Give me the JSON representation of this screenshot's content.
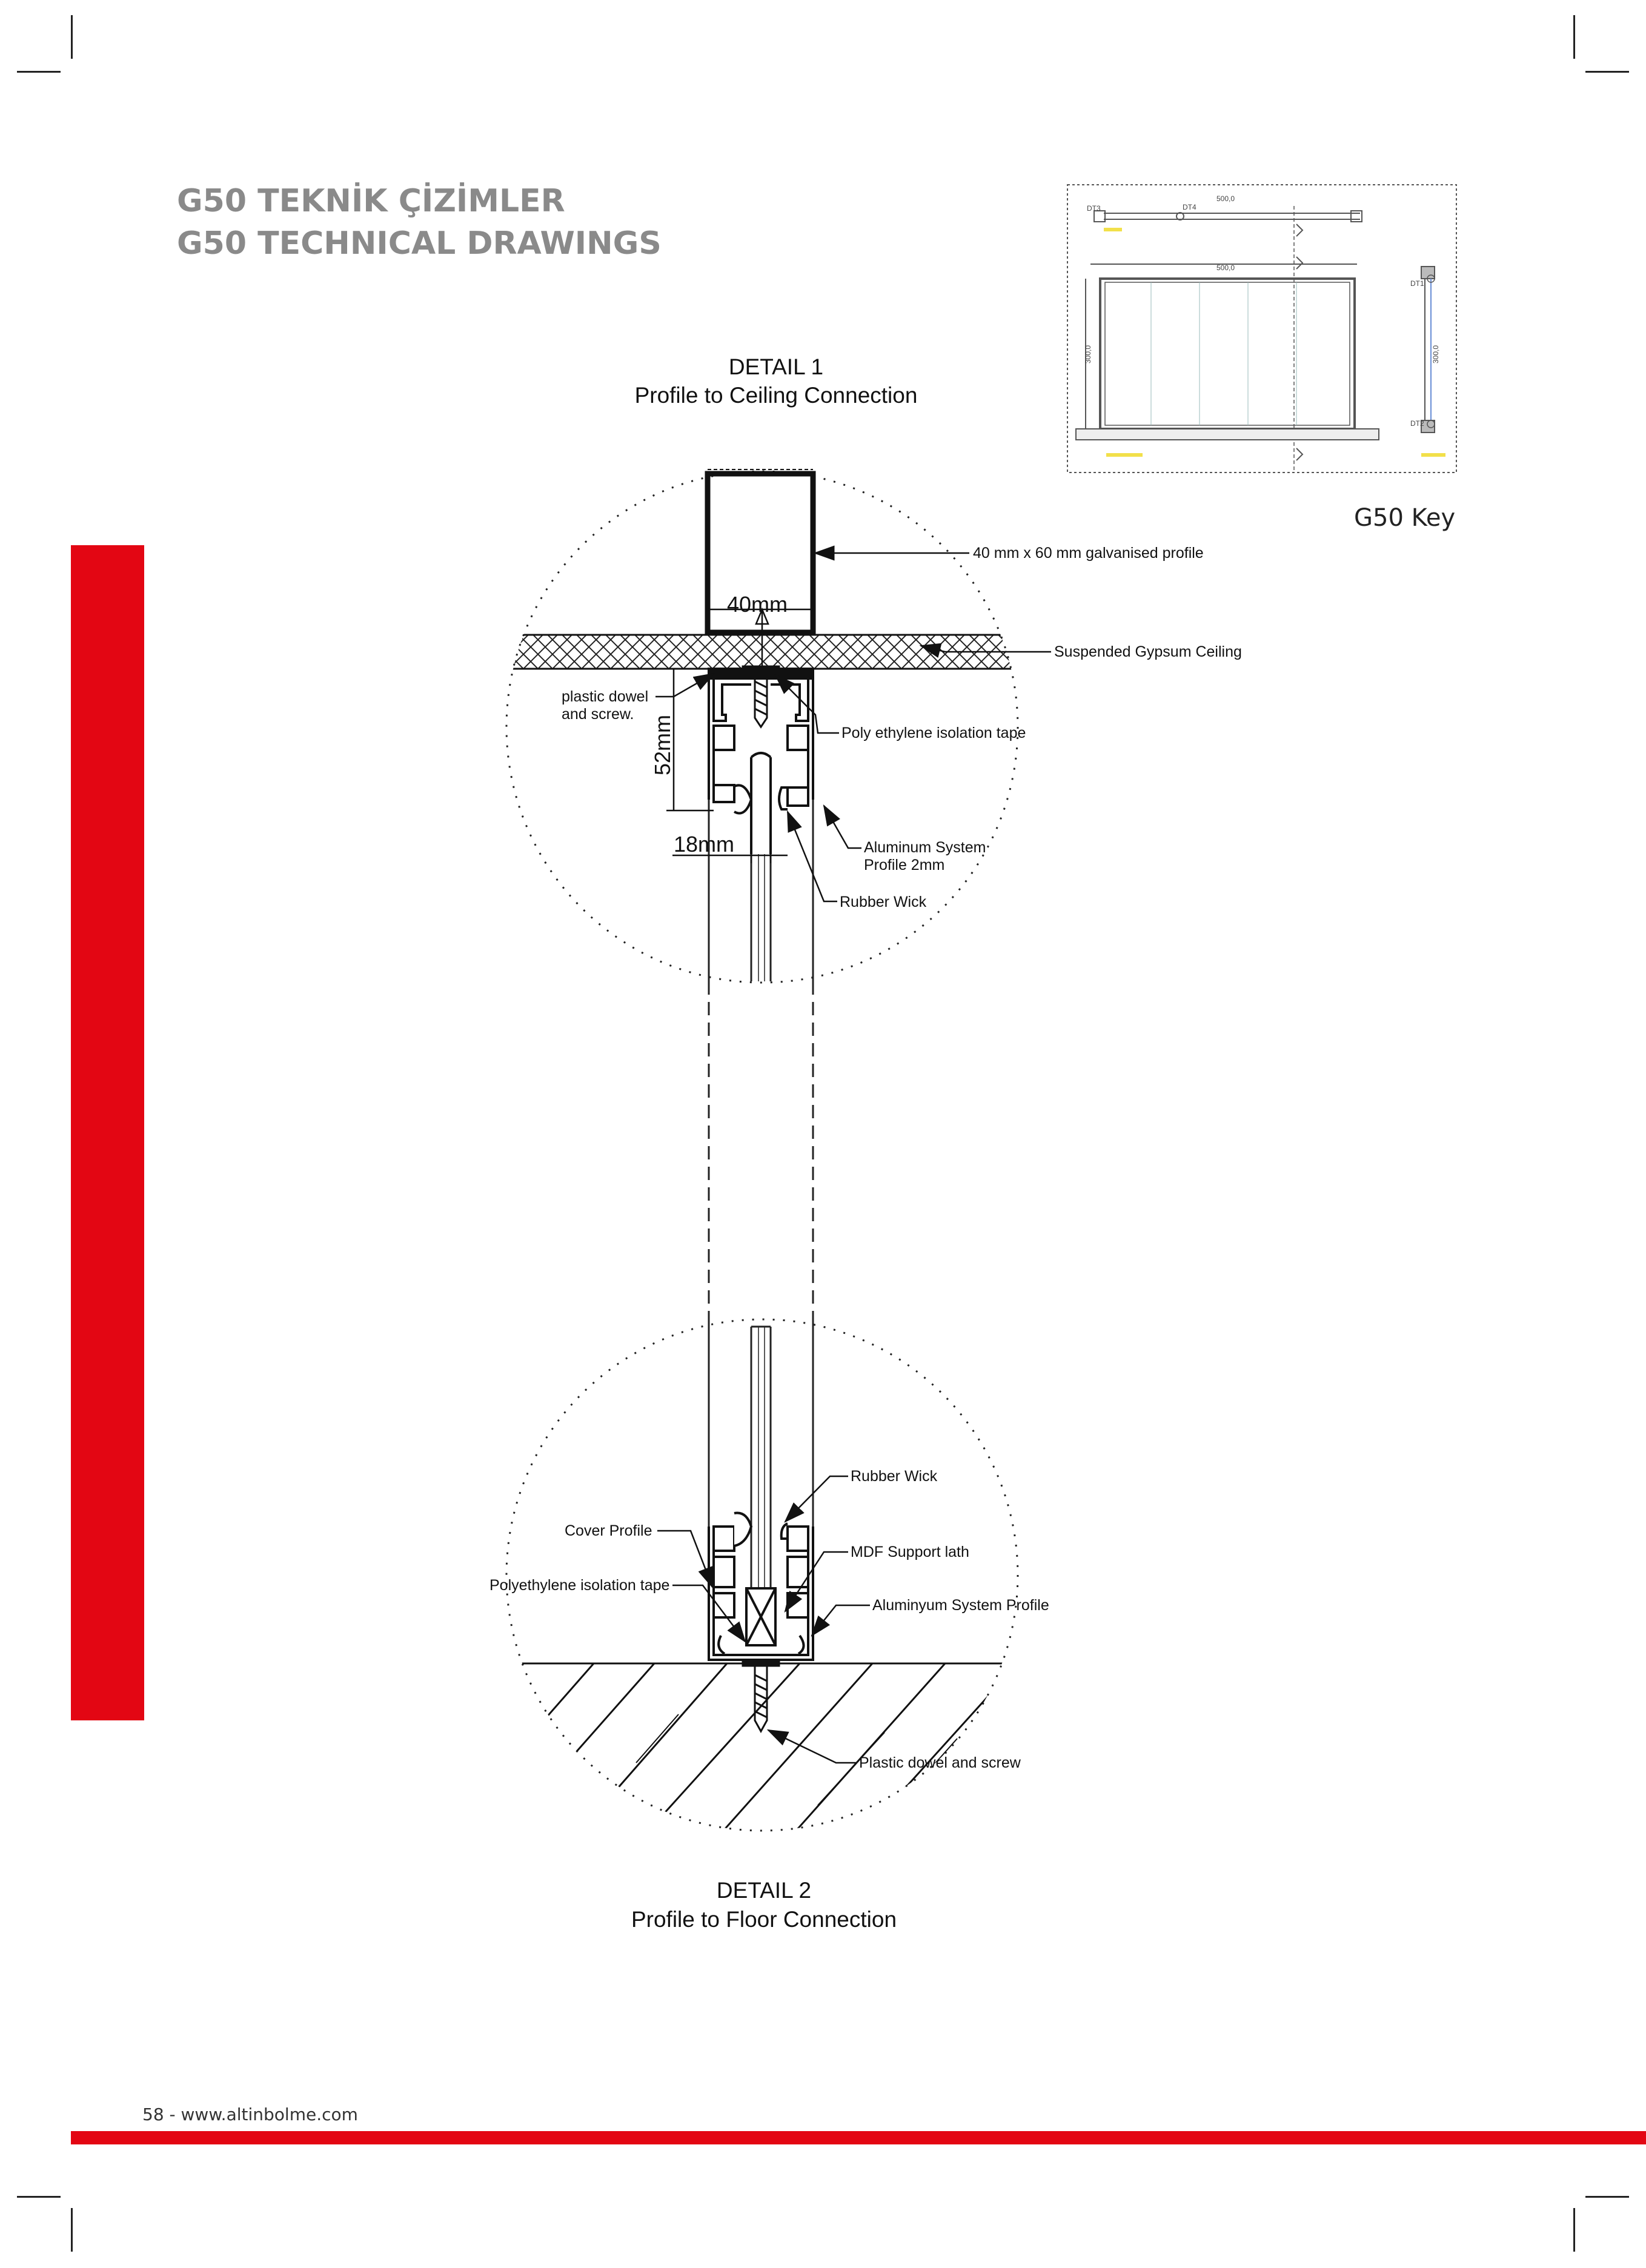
{
  "page": {
    "title_tr": "G50 TEKNİK ÇİZİMLER",
    "title_en": "G50 TECHNICAL DRAWINGS",
    "footer": "58 - www.altinbolme.com",
    "accent_color": "#e30613"
  },
  "detail1": {
    "heading": "DETAIL 1",
    "subheading": "Profile to Ceiling Connection",
    "dims": {
      "width_40": "40mm",
      "height_52": "52mm",
      "width_18": "18mm"
    },
    "labels": {
      "galvanised": "40 mm x 60 mm galvanised profile",
      "ceiling": "Suspended Gypsum Ceiling",
      "dowel_1": "plastic dowel",
      "dowel_2": "and screw.",
      "tape": "Poly ethylene isolation tape",
      "alu_1": "Aluminum System",
      "alu_2": "Profile 2mm",
      "wick": "Rubber Wick"
    }
  },
  "detail2": {
    "heading": "DETAIL 2",
    "subheading": "Profile to Floor Connection",
    "labels": {
      "wick": "Rubber Wick",
      "cover": "Cover Profile",
      "mdf": "MDF Support lath",
      "tape": "Polyethylene isolation tape",
      "alu": "Aluminyum System Profile",
      "dowel": "Plastic dowel and screw"
    }
  },
  "key": {
    "caption": "G50 Key",
    "tags": {
      "dt1": "DT1",
      "dt2": "DT2",
      "dt3": "DT3",
      "dt4": "DT4"
    },
    "dims": {
      "top": "500,0",
      "width": "500,0",
      "height": "300,0",
      "side": "300,0"
    }
  }
}
